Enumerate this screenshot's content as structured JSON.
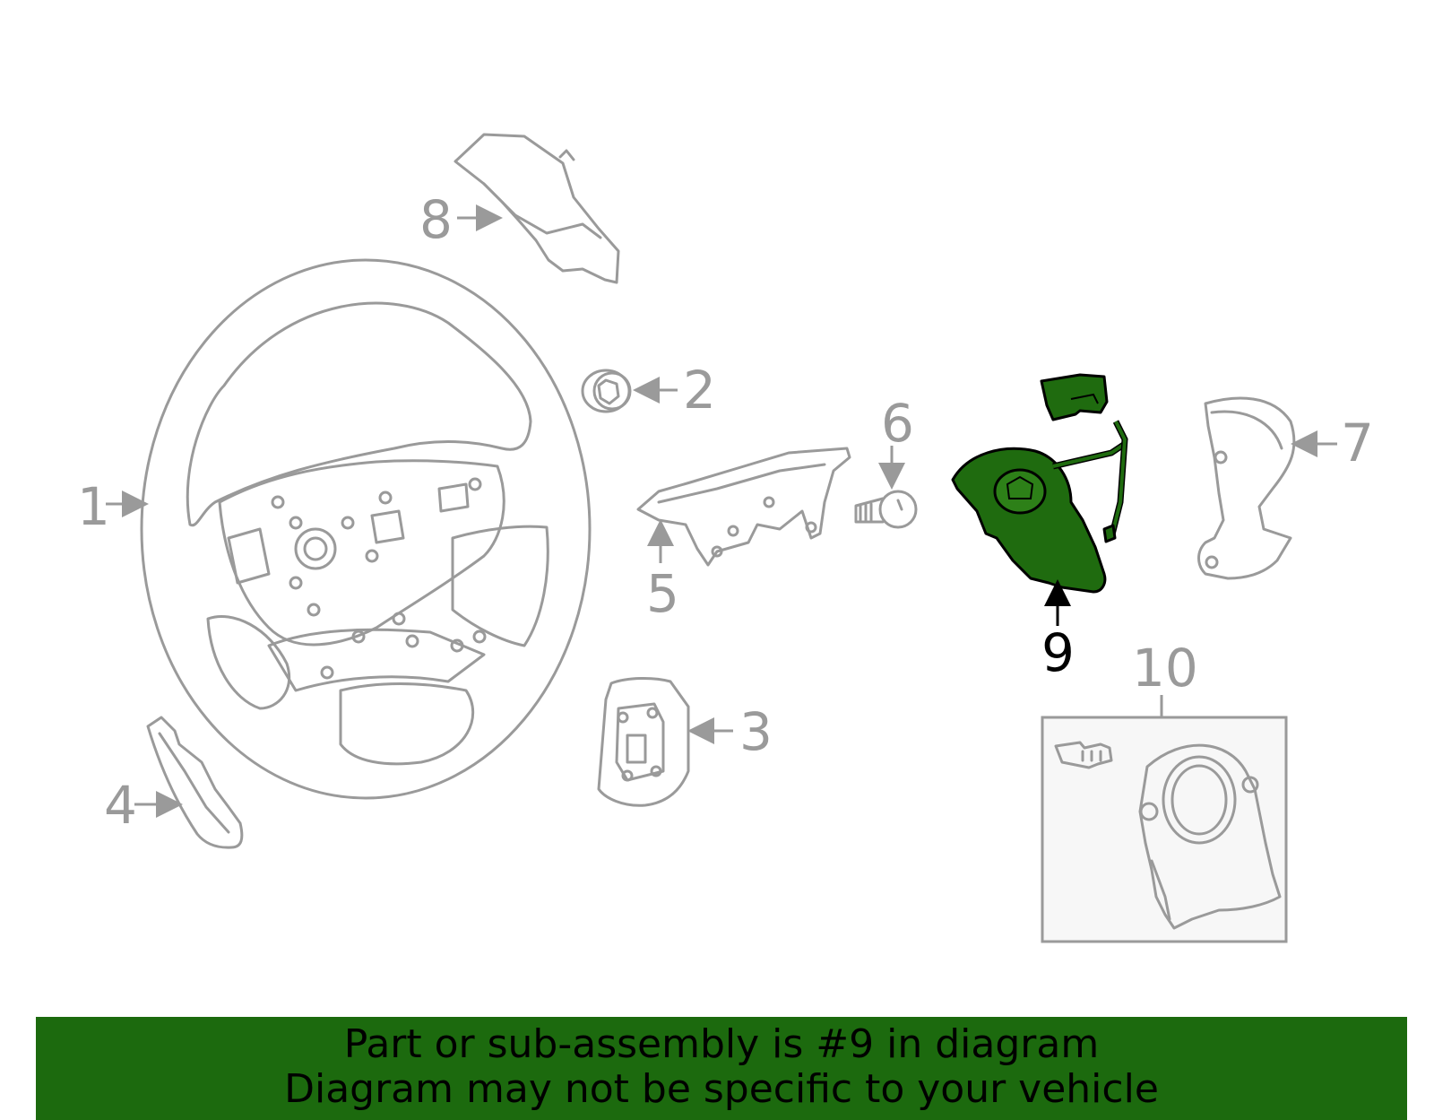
{
  "callouts": {
    "c1": "1",
    "c2": "2",
    "c3": "3",
    "c4": "4",
    "c5": "5",
    "c6": "6",
    "c7": "7",
    "c8": "8",
    "c9": "9",
    "c10": "10"
  },
  "highlighted_part": "9",
  "colors": {
    "highlight": "#1f6b0f",
    "banner": "#1c6a0e",
    "line_art": "#9a9a9a"
  },
  "banner": {
    "line1": "Part or sub-assembly is #9 in diagram",
    "line2": "Diagram may not be specific to your vehicle"
  }
}
